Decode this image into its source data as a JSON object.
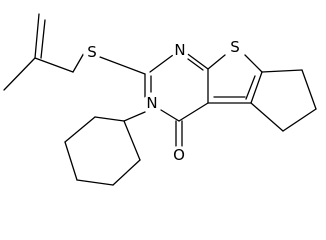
{
  "atoms": {
    "n_top": "N",
    "n_ring": "N",
    "s_thiophene": "S",
    "s_thioether": "S",
    "o_carbonyl": "O"
  }
}
